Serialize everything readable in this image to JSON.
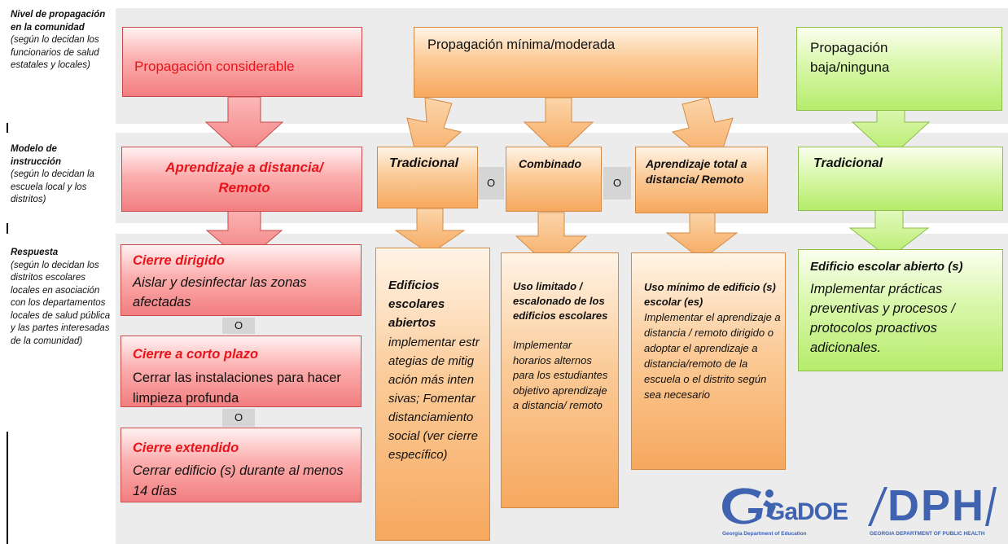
{
  "row_labels": {
    "level": {
      "title": "Nivel de propagación en la comunidad",
      "subtitle": "(según lo decidan los funcionarios de salud estatales y locales)"
    },
    "model": {
      "title": "Modelo de instrucción",
      "subtitle": "(según lo decidan la escuela local y los distritos)"
    },
    "response": {
      "title": "Respuesta",
      "subtitle": "(según lo decidan los distritos escolares locales en asociación con los departamentos locales de salud pública y las partes interesadas de la comunidad)"
    }
  },
  "levels": {
    "considerable": "Propagación considerable",
    "moderate": "Propagación mínima/moderada",
    "low": "Propagación baja/ninguna"
  },
  "models": {
    "remote": "Aprendizaje a distancia/ Remoto",
    "traditional": "Tradicional",
    "combined": "Combinado",
    "full_remote": "Aprendizaje total a distancia/ Remoto",
    "traditional_low": "Tradicional"
  },
  "or_label": "O",
  "responses": {
    "targeted": {
      "title": "Cierre dirigido",
      "body": "Aislar y desinfectar las zonas afectadas"
    },
    "short": {
      "title": "Cierre a corto plazo",
      "body": "Cerrar las instalaciones para hacer limpieza profunda"
    },
    "extended": {
      "title": "Cierre extendido",
      "body": "Cerrar edificio (s) durante al menos 14 días"
    },
    "open": {
      "title": "Edificios escolares abiertos",
      "body": "implementar estrategias de mitigación más intensivas; Fomentar distanciamiento social (ver cierre específico)"
    },
    "limited": {
      "title": "Uso limitado / escalonado de los edificios escolares",
      "body": "Implementar horarios alternos para los estudiantes objetivo aprendizaje a distancia/ remoto"
    },
    "minimal": {
      "title": "Uso mínimo de edificio (s) escolar (es)",
      "body": "Implementar el aprendizaje a distancia / remoto dirigido o adoptar el aprendizaje a distancia/remoto de la escuela o el distrito según sea necesario"
    },
    "low_open": {
      "title": "Edificio escolar abierto (s)",
      "body": "Implementar prácticas preventivas y procesos / protocolos proactivos adicionales."
    }
  },
  "logos": {
    "gadoe_text": "GaDOE",
    "gadoe_caption": "Georgia Department of Education",
    "dph_text": "DPH",
    "dph_caption": "GEORGIA DEPARTMENT OF PUBLIC HEALTH"
  },
  "colors": {
    "red_fill": "#fcaeae",
    "orange_fill": "#fbcb98",
    "green_fill": "#d9f7ab",
    "alert_text": "#e8141b",
    "logo_blue": "#3f63b0"
  }
}
